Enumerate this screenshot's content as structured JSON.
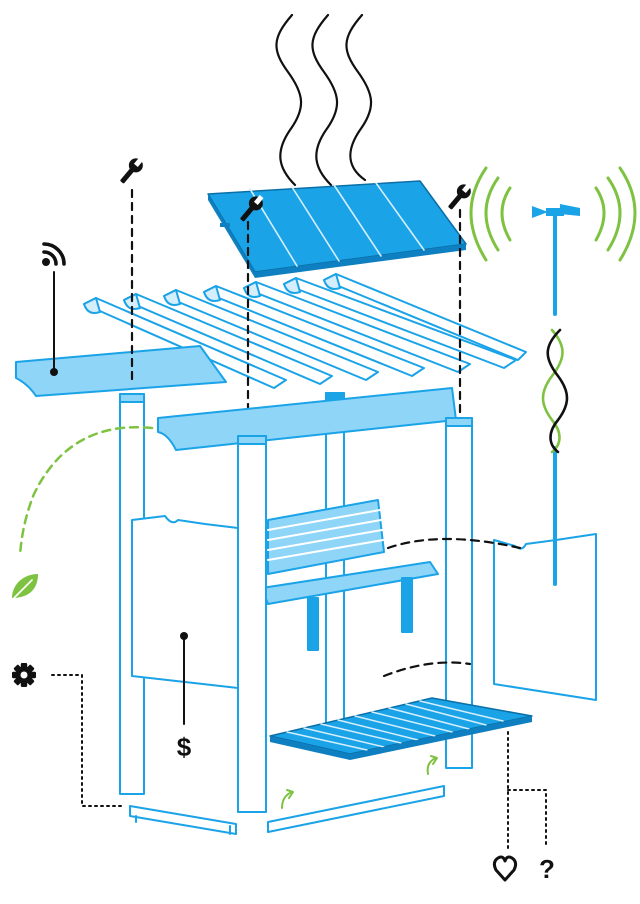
{
  "colors": {
    "primary_blue": "#1ba3e8",
    "light_blue": "#8fd5f7",
    "pale_blue": "#d4eefc",
    "accent_green": "#7ec242",
    "ink": "#111111",
    "background": "#ffffff"
  },
  "components": [
    {
      "name": "solar-panel",
      "icon": "solar-panel"
    },
    {
      "name": "heat-waves",
      "icon": "wavy-lines"
    },
    {
      "name": "pergola-slats",
      "icon": "pergola"
    },
    {
      "name": "roof-beams",
      "icon": "beam"
    },
    {
      "name": "posts",
      "icon": "post"
    },
    {
      "name": "bench",
      "icon": "bench"
    },
    {
      "name": "side-panels",
      "icon": "panel"
    },
    {
      "name": "floor-deck",
      "icon": "deck"
    },
    {
      "name": "base-rails",
      "icon": "rail"
    },
    {
      "name": "wind-turbine",
      "icon": "wind-turbine"
    }
  ],
  "callouts": [
    {
      "name": "maintenance",
      "icon": "wrench-icon",
      "count": 3
    },
    {
      "name": "connectivity",
      "icon": "wifi-icon"
    },
    {
      "name": "sustainability",
      "icon": "leaf-icon"
    },
    {
      "name": "settings",
      "icon": "gear-icon"
    },
    {
      "name": "cost",
      "icon": "dollar-icon"
    },
    {
      "name": "favorite",
      "icon": "heart-icon"
    },
    {
      "name": "help",
      "icon": "question-icon"
    }
  ],
  "labels": {
    "dollar": "$",
    "question": "?"
  }
}
